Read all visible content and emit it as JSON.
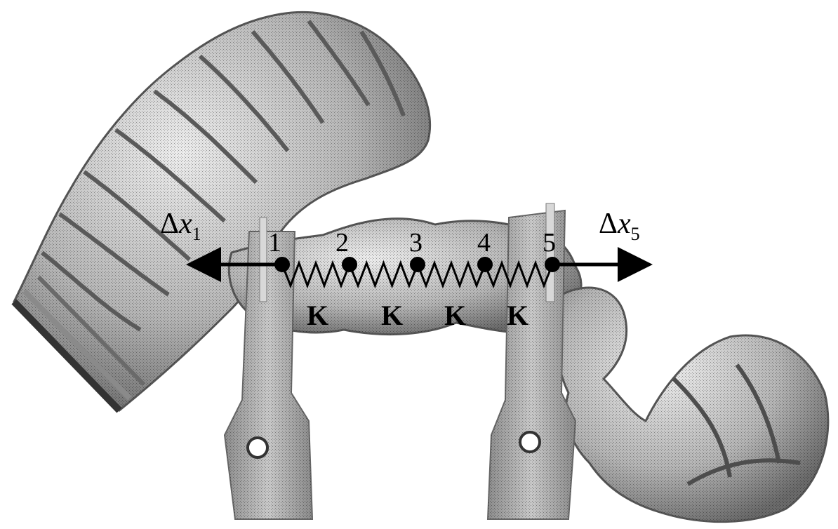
{
  "diagram": {
    "nodes": [
      {
        "label": "1"
      },
      {
        "label": "2"
      },
      {
        "label": "3"
      },
      {
        "label": "4"
      },
      {
        "label": "5"
      }
    ],
    "springs": [
      {
        "label": "K"
      },
      {
        "label": "K"
      },
      {
        "label": "K"
      },
      {
        "label": "K"
      }
    ],
    "displacements": {
      "left": {
        "delta": "Δ",
        "var": "x",
        "sub": "1"
      },
      "right": {
        "delta": "Δ",
        "var": "x",
        "sub": "5"
      }
    },
    "colors": {
      "tissue_dark": "#6e6e6e",
      "tissue_mid": "#a8a8a8",
      "tissue_light": "#e2e2e2",
      "clamp": "#b9b9b9",
      "ink": "#000000"
    }
  }
}
